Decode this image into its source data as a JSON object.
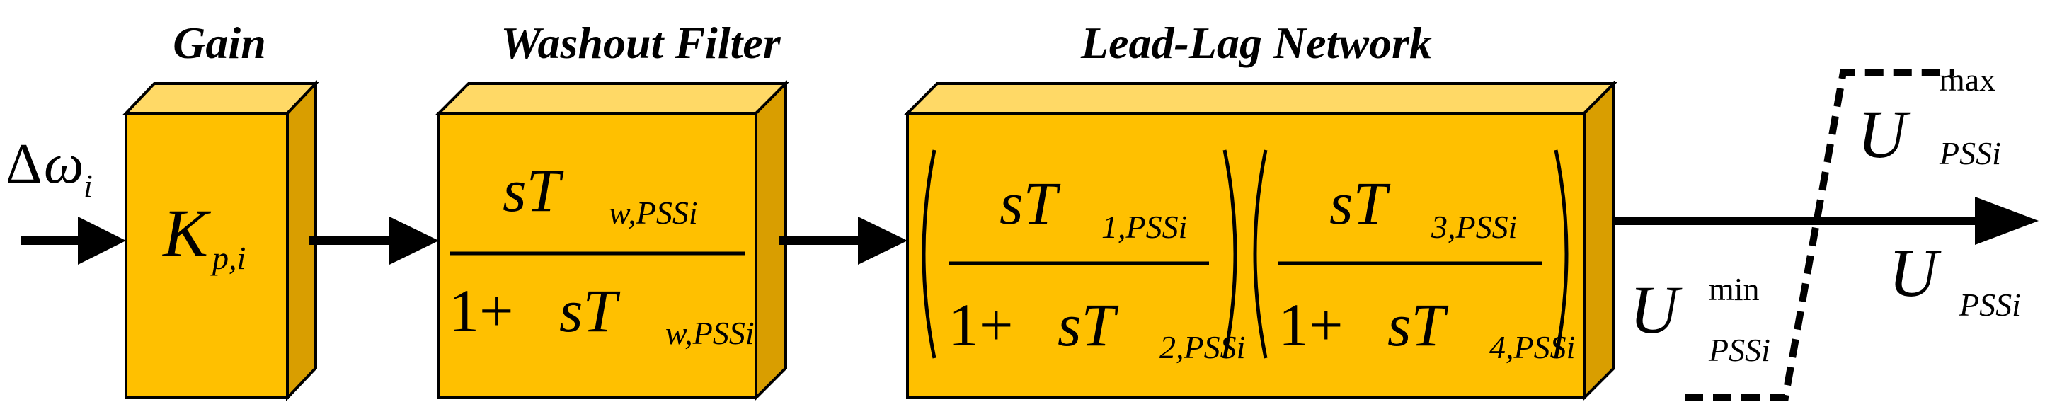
{
  "titles": {
    "gain": "Gain",
    "washout": "Washout Filter",
    "leadlag": "Lead-Lag Network"
  },
  "input": {
    "delta": "Δ",
    "omega": "ω",
    "sub": "i"
  },
  "gain_block": {
    "main": "K",
    "sub": "p,i"
  },
  "washout_block": {
    "num_s": "sT",
    "num_sub": "w,PSSi",
    "den_one": "1+ ",
    "den_s": "sT",
    "den_sub": "w,PSSi"
  },
  "leadlag_block": {
    "f1": {
      "num_s": "sT",
      "num_sub": "1,PSSi",
      "den_one": "1+ ",
      "den_s": "sT",
      "den_sub": "2,PSSi"
    },
    "f2": {
      "num_s": "sT",
      "num_sub": "3,PSSi",
      "den_one": "1+ ",
      "den_s": "sT",
      "den_sub": "4,PSSi"
    },
    "lparen": "(",
    "rparen": ")"
  },
  "limiter": {
    "max_main": "U",
    "max_sup": "max",
    "max_sub": "PSSi",
    "min_main": "U",
    "min_sup": "min",
    "min_sub": "PSSi"
  },
  "output": {
    "main": "U",
    "sub": "PSSi"
  },
  "colors": {
    "block_front": "#FFC000",
    "block_top": "#FFD966",
    "block_side": "#D99E00",
    "stroke": "#000000"
  }
}
